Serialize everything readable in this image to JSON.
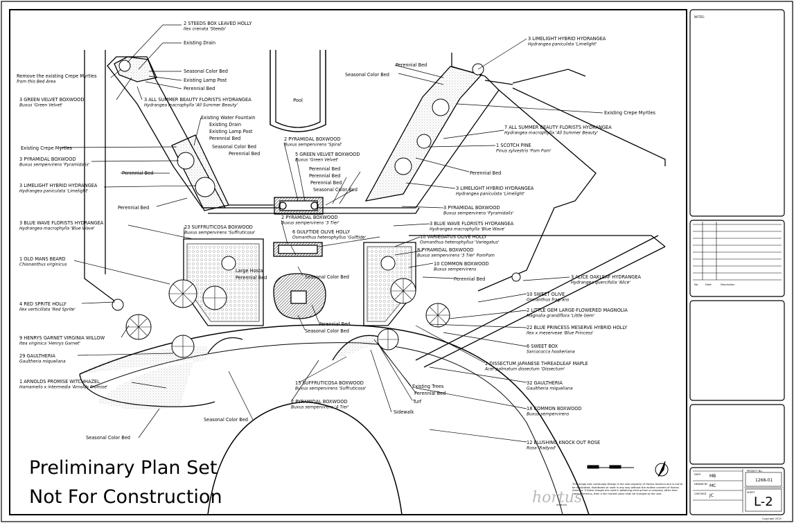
{
  "plan": {
    "stamp_line1": "Preliminary Plan Set",
    "stamp_line2": "Not For Construction",
    "pool_label": "Pool"
  },
  "labels_left": [
    {
      "t": "2 STEEDS BOX LEAVED HOLLY",
      "s": "Ilex crenata 'Steeds'"
    },
    {
      "t": "Existing Drain",
      "s": ""
    },
    {
      "t": "Remove the existing Crepe Myrtles",
      "s": "from this Bed Area"
    },
    {
      "t": "Seasonal Color Bed",
      "s": ""
    },
    {
      "t": "Existing Lamp Post",
      "s": ""
    },
    {
      "t": "Perennial Bed",
      "s": ""
    },
    {
      "t": "3 GREEN VELVET BOXWOOD",
      "s": "Buxus 'Green Velvet'"
    },
    {
      "t": "3 ALL SUMMER BEAUTY FLORISTS HYDRANGEA",
      "s": "Hydrangea macrophylla 'All Summer Beauty'"
    },
    {
      "t": "Existing Water Fountain",
      "s": ""
    },
    {
      "t": "Existing Drain",
      "s": ""
    },
    {
      "t": "Existing Lamp Post",
      "s": ""
    },
    {
      "t": "Perennial Bed",
      "s": ""
    },
    {
      "t": "Seasonal Color Bed",
      "s": ""
    },
    {
      "t": "Perennial Bed",
      "s": ""
    },
    {
      "t": "Existing Crepe Myrtles",
      "s": ""
    },
    {
      "t": "3 PYRAMIDAL BOXWOOD",
      "s": "Buxus sempervirens 'Pyramidalis'"
    },
    {
      "t": "Perennial Bed",
      "s": ""
    },
    {
      "t": "3 LIMELIGHT HYBRID HYDRANGEA",
      "s": "Hydrangea paniculata 'Limelight'"
    },
    {
      "t": "Perennial Bed",
      "s": ""
    },
    {
      "t": "3 BLUE WAVE FLORISTS HYDRANGEA",
      "s": "Hydrangea macrophylla 'Blue Wave'"
    },
    {
      "t": "23 SUFFRUTICOSA BOXWOOD",
      "s": "Buxus sempervirens 'Suffruticosa'"
    },
    {
      "t": "1 OLD MANS BEARD",
      "s": "Chionanthus virginicus"
    },
    {
      "t": "Large Hosta",
      "s": ""
    },
    {
      "t": "Perennial Bed",
      "s": ""
    },
    {
      "t": "4 RED SPRITE HOLLY",
      "s": "Ilex verticillata 'Red Sprite'"
    },
    {
      "t": "9 HENRYS GARNET VIRGINIA WILLOW",
      "s": "Itea virginica 'Henrys Garnet'"
    },
    {
      "t": "29 GAULTHERIA",
      "s": "Gaultheria miqueliana"
    },
    {
      "t": "1 ARNOLDS PROMISE WITCHHAZEL",
      "s": "Hamamelis x intermedia 'Arnolds Promise'"
    },
    {
      "t": "Seasonal Color Bed",
      "s": ""
    },
    {
      "t": "Seasonal Color Bed",
      "s": ""
    }
  ],
  "labels_center": [
    {
      "t": "2 PYRAMIDAL BOXWOOD",
      "s": "Buxus sempervirens 'Spiral'"
    },
    {
      "t": "5 GREEN VELVET BOXWOOD",
      "s": "Buxus 'Green Velvet'"
    },
    {
      "t": "Perennial Bed",
      "s": ""
    },
    {
      "t": "Perennial Bed",
      "s": ""
    },
    {
      "t": "Perennial Bed",
      "s": ""
    },
    {
      "t": "Seasonal Color Bed",
      "s": ""
    },
    {
      "t": "2 PYRAMIDAL BOXWOOD",
      "s": "Buxus sempervirens '3 Tier'"
    },
    {
      "t": "6 GULFTIDE OLIVE HOLLY",
      "s": "Osmanthus heterophyllus 'Gulftide'"
    },
    {
      "t": "Seasonal Color Bed",
      "s": ""
    },
    {
      "t": "Perennial Bed",
      "s": ""
    },
    {
      "t": "Seasonal Color Bed",
      "s": ""
    },
    {
      "t": "15 SUFFRUTICOSA BOXWOOD",
      "s": "Buxus sempervirens 'Suffruticosa'"
    },
    {
      "t": "2 PYRAMIDAL BOXWOOD",
      "s": "Buxus sempervirens '4 Tier'"
    },
    {
      "t": "Existing Trees",
      "s": ""
    },
    {
      "t": "Perennial Bed",
      "s": ""
    },
    {
      "t": "Turf",
      "s": ""
    },
    {
      "t": "Sidewalk",
      "s": ""
    }
  ],
  "labels_right": [
    {
      "t": "3 LIMELIGHT HYBRID HYDRANGEA",
      "s": "Hydrangea paniculata 'Limelight'"
    },
    {
      "t": "Perennial Bed",
      "s": ""
    },
    {
      "t": "Seasonal Color Bed",
      "s": ""
    },
    {
      "t": "Existing Crepe Myrtles",
      "s": ""
    },
    {
      "t": "7 ALL SUMMER BEAUTY FLORISTS HYDRANGEA",
      "s": "Hydrangea macrophylla 'All Summer Beauty'"
    },
    {
      "t": "1 SCOTCH PINE",
      "s": "Pinus sylvestris 'Pom Pom'"
    },
    {
      "t": "Perennial Bed",
      "s": ""
    },
    {
      "t": "3 LIMELIGHT HYBRID HYDRANGEA",
      "s": "Hydrangea paniculata 'Limelight'"
    },
    {
      "t": "3 PYRAMIDAL BOXWOOD",
      "s": "Buxus sempervirens 'Pyramidalis'"
    },
    {
      "t": "3 BLUE WAVE FLORISTS HYDRANGEA",
      "s": "Hydrangea macrophylla 'Blue Wave'"
    },
    {
      "t": "10 VARIEGATUS OLIVE HOLLY",
      "s": "Osmanthus heterophyllus 'Variegatus'"
    },
    {
      "t": "8 PYRAMIDAL BOXWOOD",
      "s": "Buxus sempervirens '3 Tier' PomPom"
    },
    {
      "t": "10 COMMON BOXWOOD",
      "s": "Buxus sempervirens"
    },
    {
      "t": "Perennial Bed",
      "s": ""
    },
    {
      "t": "3 ALICE OAKLEAF HYDRANGEA",
      "s": "Hydrangea quercifolia 'Alice'"
    },
    {
      "t": "10 SWEET OLIVE",
      "s": "Osmanthus fragrans"
    },
    {
      "t": "2 LITTLE GEM LARGE-FLOWERED MAGNOLIA",
      "s": "Magnolia grandiflora 'Little Gem'"
    },
    {
      "t": "22 BLUE PRINCESS MESERVE HYBRID HOLLY",
      "s": "Ilex x meserveae 'Blue Princess'"
    },
    {
      "t": "6 SWEET BOX",
      "s": "Sarcococca hookeriana"
    },
    {
      "t": "2 DISSECTUM JAPANESE THREADLEAF MAPLE",
      "s": "Acer palmatum dissectum 'Dissectum'"
    },
    {
      "t": "32 GAULTHERIA",
      "s": "Gaultheria miqueliana"
    },
    {
      "t": "18 COMMON BOXWOOD",
      "s": "Buxus sempervirens"
    },
    {
      "t": "12 BLUSHING KNOCK OUT ROSE",
      "s": "Rosa 'Radyod'"
    }
  ],
  "titleblock": {
    "notes_label": "NOTES:",
    "rev_no": "No.",
    "rev_date": "Date",
    "rev_desc": "Description",
    "drawn_label": "DATE",
    "drawn_value": "MB",
    "checked_label": "DRAWN BY",
    "checked_value": "MC",
    "approved_label": "CHECKED",
    "approved_value": "JC",
    "project_label": "PROJECT No.",
    "project_value": "1268-01",
    "sheet_label": "SHEET",
    "sheet_value": "L-2",
    "copyright": "Copyright 2019",
    "logo_text": "hortus",
    "logo_sub": "America",
    "disclaimer": "This Image and Landscape Design is the sole property of Hortus America and is not to be duplicated, distributed or used in any way without the written consent of Hortus America. If these images are used in obtaining pricing from a company other than Hortus America, then a fair market value shall be charged to the user."
  }
}
